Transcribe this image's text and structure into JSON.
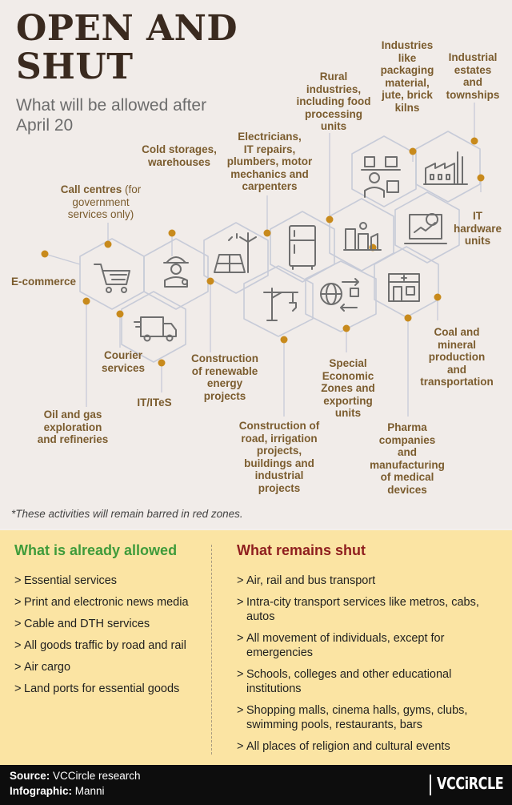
{
  "header": {
    "title_line1": "OPEN AND",
    "title_line2": "SHUT",
    "subtitle": "What will be allowed after April 20"
  },
  "activities": {
    "ecommerce": "E-commerce",
    "call_centres": "Call centres",
    "call_centres_note1": "(for",
    "call_centres_note2": "government",
    "call_centres_note3": "services only)",
    "cold_storage_1": "Cold storages,",
    "cold_storage_2": "warehouses",
    "electricians_1": "Electricians,",
    "electricians_2": "IT repairs,",
    "electricians_3": "plumbers, motor",
    "electricians_4": "mechanics and",
    "electricians_5": "carpenters",
    "rural_1": "Rural",
    "rural_2": "industries,",
    "rural_3": "including food",
    "rural_4": "processing",
    "rural_5": "units",
    "packaging_1": "Industries",
    "packaging_2": "like",
    "packaging_3": "packaging",
    "packaging_4": "material,",
    "packaging_5": "jute, brick",
    "packaging_6": "kilns",
    "estates_1": "Industrial",
    "estates_2": "estates",
    "estates_3": "and",
    "estates_4": "townships",
    "it_hw_1": "IT",
    "it_hw_2": "hardware",
    "it_hw_3": "units",
    "coal_1": "Coal and",
    "coal_2": "mineral",
    "coal_3": "production",
    "coal_4": "and",
    "coal_5": "transportation",
    "pharma_1": "Pharma",
    "pharma_2": "companies",
    "pharma_3": "and",
    "pharma_4": "manufacturing",
    "pharma_5": "of medical",
    "pharma_6": "devices",
    "sez_1": "Special",
    "sez_2": "Economic",
    "sez_3": "Zones and",
    "sez_4": "exporting",
    "sez_5": "units",
    "road_1": "Construction of",
    "road_2": "road, irrigation",
    "road_3": "projects,",
    "road_4": "buildings and",
    "road_5": "industrial",
    "road_6": "projects",
    "renew_1": "Construction",
    "renew_2": "of renewable",
    "renew_3": "energy",
    "renew_4": "projects",
    "ites": "IT/ITeS",
    "courier_1": "Courier",
    "courier_2": "services",
    "oil_1": "Oil and gas",
    "oil_2": "exploration",
    "oil_3": "and refineries"
  },
  "note": "*These activities will remain barred in red zones.",
  "allowed": {
    "heading": "What is already allowed",
    "items": [
      "Essential services",
      "Print and electronic news media",
      "Cable and DTH services",
      "All goods traffic by road and rail",
      "Air cargo",
      "Land ports for essential goods"
    ]
  },
  "shut": {
    "heading": "What remains shut",
    "items": [
      "Air, rail and bus transport",
      "Intra-city transport services like metros, cabs, autos",
      "All movement of individuals, except for emergencies",
      "Schools, colleges and other educational institutions",
      "Shopping malls, cinema halls, gyms, clubs, swimming pools, restaurants, bars",
      "All places of religion and cultural events"
    ]
  },
  "footer": {
    "source_label": "Source:",
    "source_value": "VCCircle research",
    "infographic_label": "Infographic:",
    "infographic_value": "Manni",
    "brand": "VCCiRCLE"
  },
  "colors": {
    "title": "#3a2a1f",
    "label": "#7b5c2e",
    "dot": "#c88a1c",
    "hex_line": "#c7cbd8",
    "icon": "#6f6f6f",
    "panel": "#fbe4a3",
    "allowed": "#3f9b3a",
    "shut": "#8f1f1f",
    "footer": "#0d0d0d"
  }
}
